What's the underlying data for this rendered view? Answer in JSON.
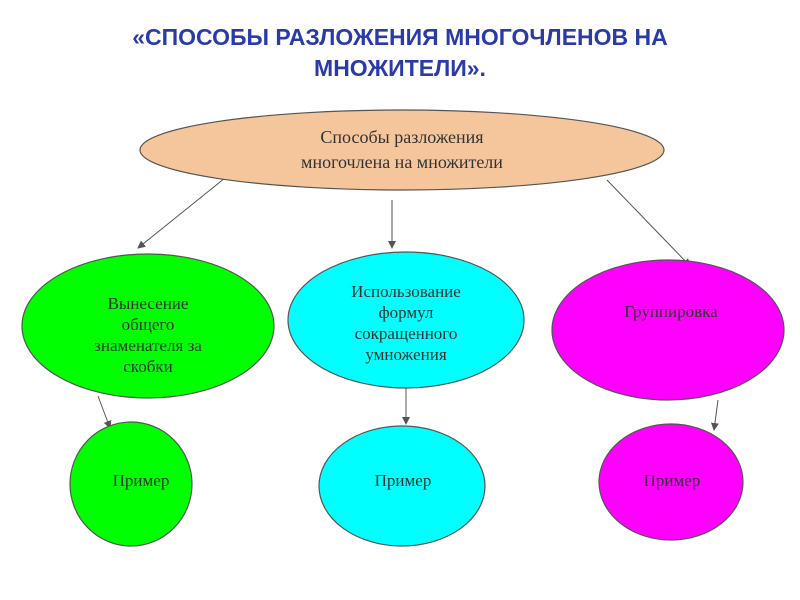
{
  "title": "«СПОСОБЫ РАЗЛОЖЕНИЯ МНОГОЧЛЕНОВ НА МНОЖИТЕЛИ».",
  "root": {
    "label_line1": "Способы разложения",
    "label_line2": "многочлена на множители"
  },
  "methods": [
    {
      "lines": [
        "Вынесение",
        "общего",
        "знаменателя за",
        "скобки"
      ],
      "color": "#00ff00"
    },
    {
      "lines": [
        "Использование",
        "формул",
        "сокращенного",
        "умножения"
      ],
      "color": "#00ffff"
    },
    {
      "lines": [
        "Группировка"
      ],
      "color": "#ff00ff"
    }
  ],
  "examples": [
    {
      "label": "Пример",
      "color": "#00ff00"
    },
    {
      "label": "Пример",
      "color": "#00ffff"
    },
    {
      "label": "Пример",
      "color": "#ff00ff"
    }
  ],
  "colors": {
    "title": "#2a3aa8",
    "root_fill": "#f5c59c",
    "outline": "#555555",
    "arrow": "#555555"
  }
}
